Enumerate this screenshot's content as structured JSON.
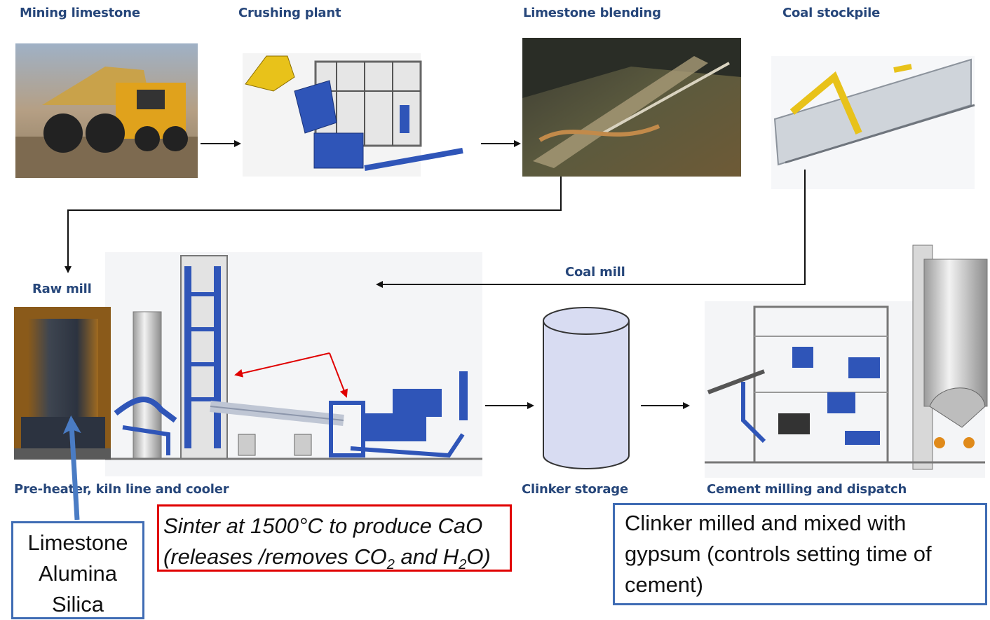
{
  "labels": {
    "mining": "Mining limestone",
    "crushing": "Crushing plant",
    "blending": "Limestone blending",
    "coal_stockpile": "Coal stockpile",
    "raw_mill": "Raw mill",
    "coal_mill": "Coal mill",
    "preheater": "Pre-heater, kiln line and cooler",
    "clinker_storage": "Clinker storage",
    "cement_milling": "Cement milling and dispatch"
  },
  "ingredients": [
    "Limestone",
    "Alumina",
    "Silica"
  ],
  "sinter_note": {
    "line1": "Sinter at 1500°C to produce CaO",
    "line2_a": "(releases /removes CO",
    "line2_sub1": "2",
    "line2_b": " and H",
    "line2_sub2": "2",
    "line2_c": "O)"
  },
  "clinker_note": "Clinker milled and mixed with gypsum (controls setting time of cement)",
  "colors": {
    "label_text": "#26467a",
    "machinery_blue": "#2f55b8",
    "red_outline": "#e00000",
    "blue_outline": "#3f6cb4",
    "silo_fill": "#d8dcf2"
  }
}
